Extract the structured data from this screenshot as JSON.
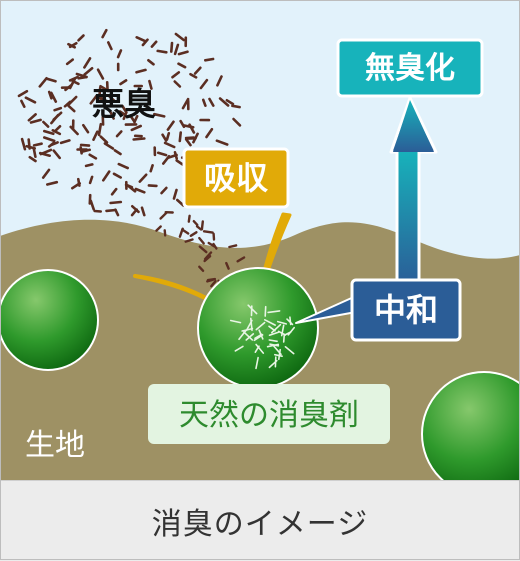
{
  "labels": {
    "odor": "悪臭",
    "absorb": "吸収",
    "neutralize": "中和",
    "deodorized": "無臭化",
    "agent": "天然の消臭剤",
    "fabric": "生地",
    "caption": "消臭のイメージ"
  },
  "colors": {
    "sky": "#e2f2fb",
    "ground": "#9e9164",
    "sphere_green": "#1f8a1f",
    "absorb_gold": "#e1aa08",
    "neutralize_blue": "#2b5d97",
    "deodorized_teal": "#17b3bb",
    "agent_label_bg": "#e3f4e1",
    "agent_label_text": "#2e8b2e",
    "particle": "#5b2e22"
  },
  "icons": [
    "up-arrow-icon"
  ]
}
